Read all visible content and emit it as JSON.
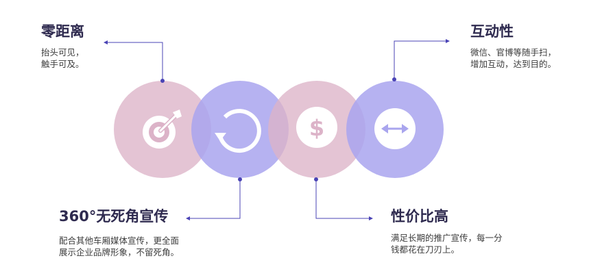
{
  "colors": {
    "pink": "#dcb3c8",
    "purple": "#a9a5ee",
    "line": "#4a43b5",
    "title": "#2e2a4f",
    "text": "#3b3b3b"
  },
  "items": [
    {
      "title": "零距离",
      "desc": [
        "抬头可见，",
        "触手可及。"
      ],
      "icon": "target-icon",
      "color": "pink"
    },
    {
      "title": "360°无死角宣传",
      "desc": [
        "配合其他车厢媒体宣传，更全面",
        "展示企业品牌形象，不留死角。"
      ],
      "icon": "refresh-icon",
      "color": "purple"
    },
    {
      "title": "性价比高",
      "desc": [
        "满足长期的推广宣传，每一分",
        "钱都花在刀刃上。"
      ],
      "icon": "dollar-icon",
      "color": "pink"
    },
    {
      "title": "互动性",
      "desc": [
        "微信、官博等随手扫，",
        "增加互动，达到目的。"
      ],
      "icon": "swap-arrows-icon",
      "color": "purple"
    }
  ]
}
